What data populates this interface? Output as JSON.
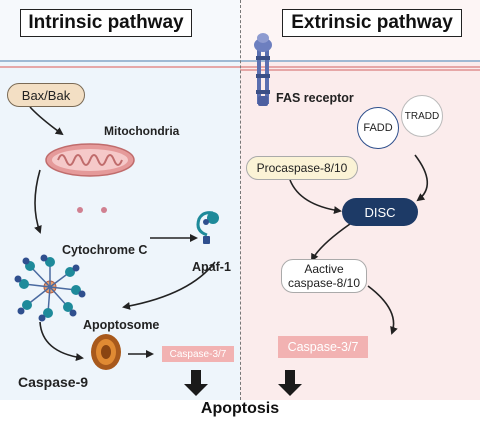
{
  "titles": {
    "intrinsic": "Intrinsic pathway",
    "extrinsic": "Extrinsic pathway"
  },
  "intrinsic": {
    "bax_bak": "Bax/Bak",
    "mitochondria": "Mitochondria",
    "cytochrome_c": "Cytochrome C",
    "apaf1": "Apaf-1",
    "apoptosome": "Apoptosome",
    "caspase9": "Caspase-9",
    "caspase37": "Caspase-3/7"
  },
  "extrinsic": {
    "fas_receptor": "FAS receptor",
    "fadd": "FADD",
    "tradd": "TRADD",
    "procaspase": "Procaspase-8/10",
    "disc": "DISC",
    "active_caspase_line1": "Aactive",
    "active_caspase_line2": "caspase-8/10",
    "caspase37": "Caspase-3/7"
  },
  "outcome": "Apoptosis",
  "colors": {
    "membrane_blue": "#9fb9d3",
    "membrane_red": "#e6a7a7",
    "bax_fill": "#f3dfc4",
    "procaspase_fill": "#fbf3d6",
    "disc_fill": "#1d3a66",
    "caspase37_fill": "#f2b2b2",
    "fadd_border": "#2e4f8c",
    "teal": "#1e8a9a",
    "navy": "#2f4f8e"
  }
}
